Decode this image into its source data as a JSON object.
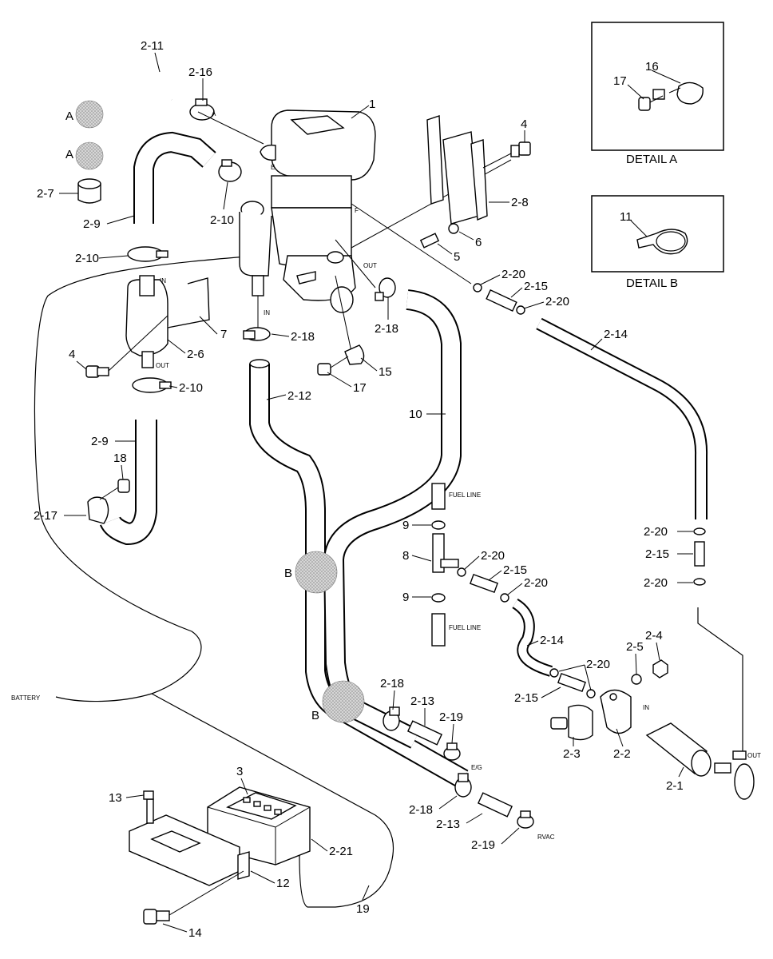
{
  "details": {
    "a": {
      "title": "DETAIL A",
      "labels": {
        "clip": "16",
        "screw": "17"
      }
    },
    "b": {
      "title": "DETAIL B",
      "labels": {
        "clamp": "11"
      }
    }
  },
  "part_labels": {
    "p1": "1",
    "p2_11": "2-11",
    "p2_16": "2-16",
    "pA1": "A",
    "pA2": "A",
    "p2_7": "2-7",
    "p2_9a": "2-9",
    "p2_10a": "2-10",
    "p2_10b": "2-10",
    "p4a": "4",
    "p2_8": "2-8",
    "p6": "6",
    "p5": "5",
    "p2_20a": "2-20",
    "p2_15a": "2-15",
    "p2_20b": "2-20",
    "p2_14a": "2-14",
    "p7": "7",
    "p2_6": "2-6",
    "p4b": "4",
    "p2_10c": "2-10",
    "p2_18a": "2-18",
    "p2_18b": "2-18",
    "p15": "15",
    "p17": "17",
    "p2_12": "2-12",
    "p10": "10",
    "p2_9b": "2-9",
    "p18": "18",
    "p2_17": "2-17",
    "p9a": "9",
    "p8": "8",
    "p2_20c": "2-20",
    "p2_15b": "2-15",
    "p2_20d": "2-20",
    "p9b": "9",
    "pB1": "B",
    "pB2": "B",
    "p2_20e": "2-20",
    "p2_15c": "2-15",
    "p2_20f": "2-20",
    "p2_14b": "2-14",
    "p2_5": "2-5",
    "p2_4": "2-4",
    "p2_20g": "2-20",
    "p2_15d": "2-15",
    "p2_18c": "2-18",
    "p2_13a": "2-13",
    "p2_19a": "2-19",
    "p2_3": "2-3",
    "p2_2": "2-2",
    "p2_1": "2-1",
    "p3": "3",
    "p13": "13",
    "p2_21": "2-21",
    "p2_18d": "2-18",
    "p2_13b": "2-13",
    "p2_19b": "2-19",
    "p12": "12",
    "p19": "19",
    "p14": "14"
  },
  "annotations": {
    "fuel_line_top": "FUEL LINE",
    "fuel_line_bottom": "FUEL LINE",
    "battery": "BATTERY",
    "in_top": "IN",
    "in_heater": "IN",
    "out_top": "OUT",
    "out_silencer": "OUT",
    "in_pump": "IN",
    "out_pump": "OUT",
    "eg": "E/G",
    "rvac": "RVAC",
    "a_mark": "A",
    "e_mark": "E",
    "f_mark": "F"
  }
}
